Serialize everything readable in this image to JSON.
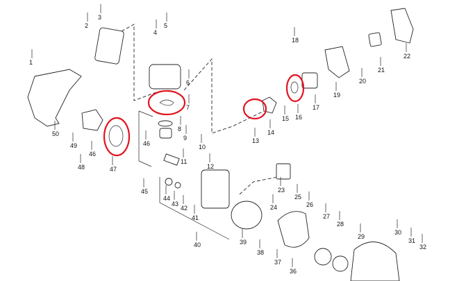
{
  "diagram": {
    "type": "exploded-parts-diagram",
    "highlight_color": "#e0141e",
    "highlighted_parts": [
      "7",
      "13",
      "16",
      "47"
    ],
    "labels": [
      "1",
      "2",
      "3",
      "4",
      "5",
      "6",
      "7",
      "8",
      "9",
      "10",
      "11",
      "12",
      "13",
      "14",
      "15",
      "16",
      "17",
      "18",
      "19",
      "20",
      "21",
      "22",
      "23",
      "24",
      "25",
      "26",
      "27",
      "28",
      "29",
      "30",
      "31",
      "32",
      "36",
      "37",
      "38",
      "39",
      "40",
      "41",
      "42",
      "43",
      "44",
      "45",
      "46",
      "46",
      "47",
      "48",
      "49",
      "50"
    ]
  }
}
